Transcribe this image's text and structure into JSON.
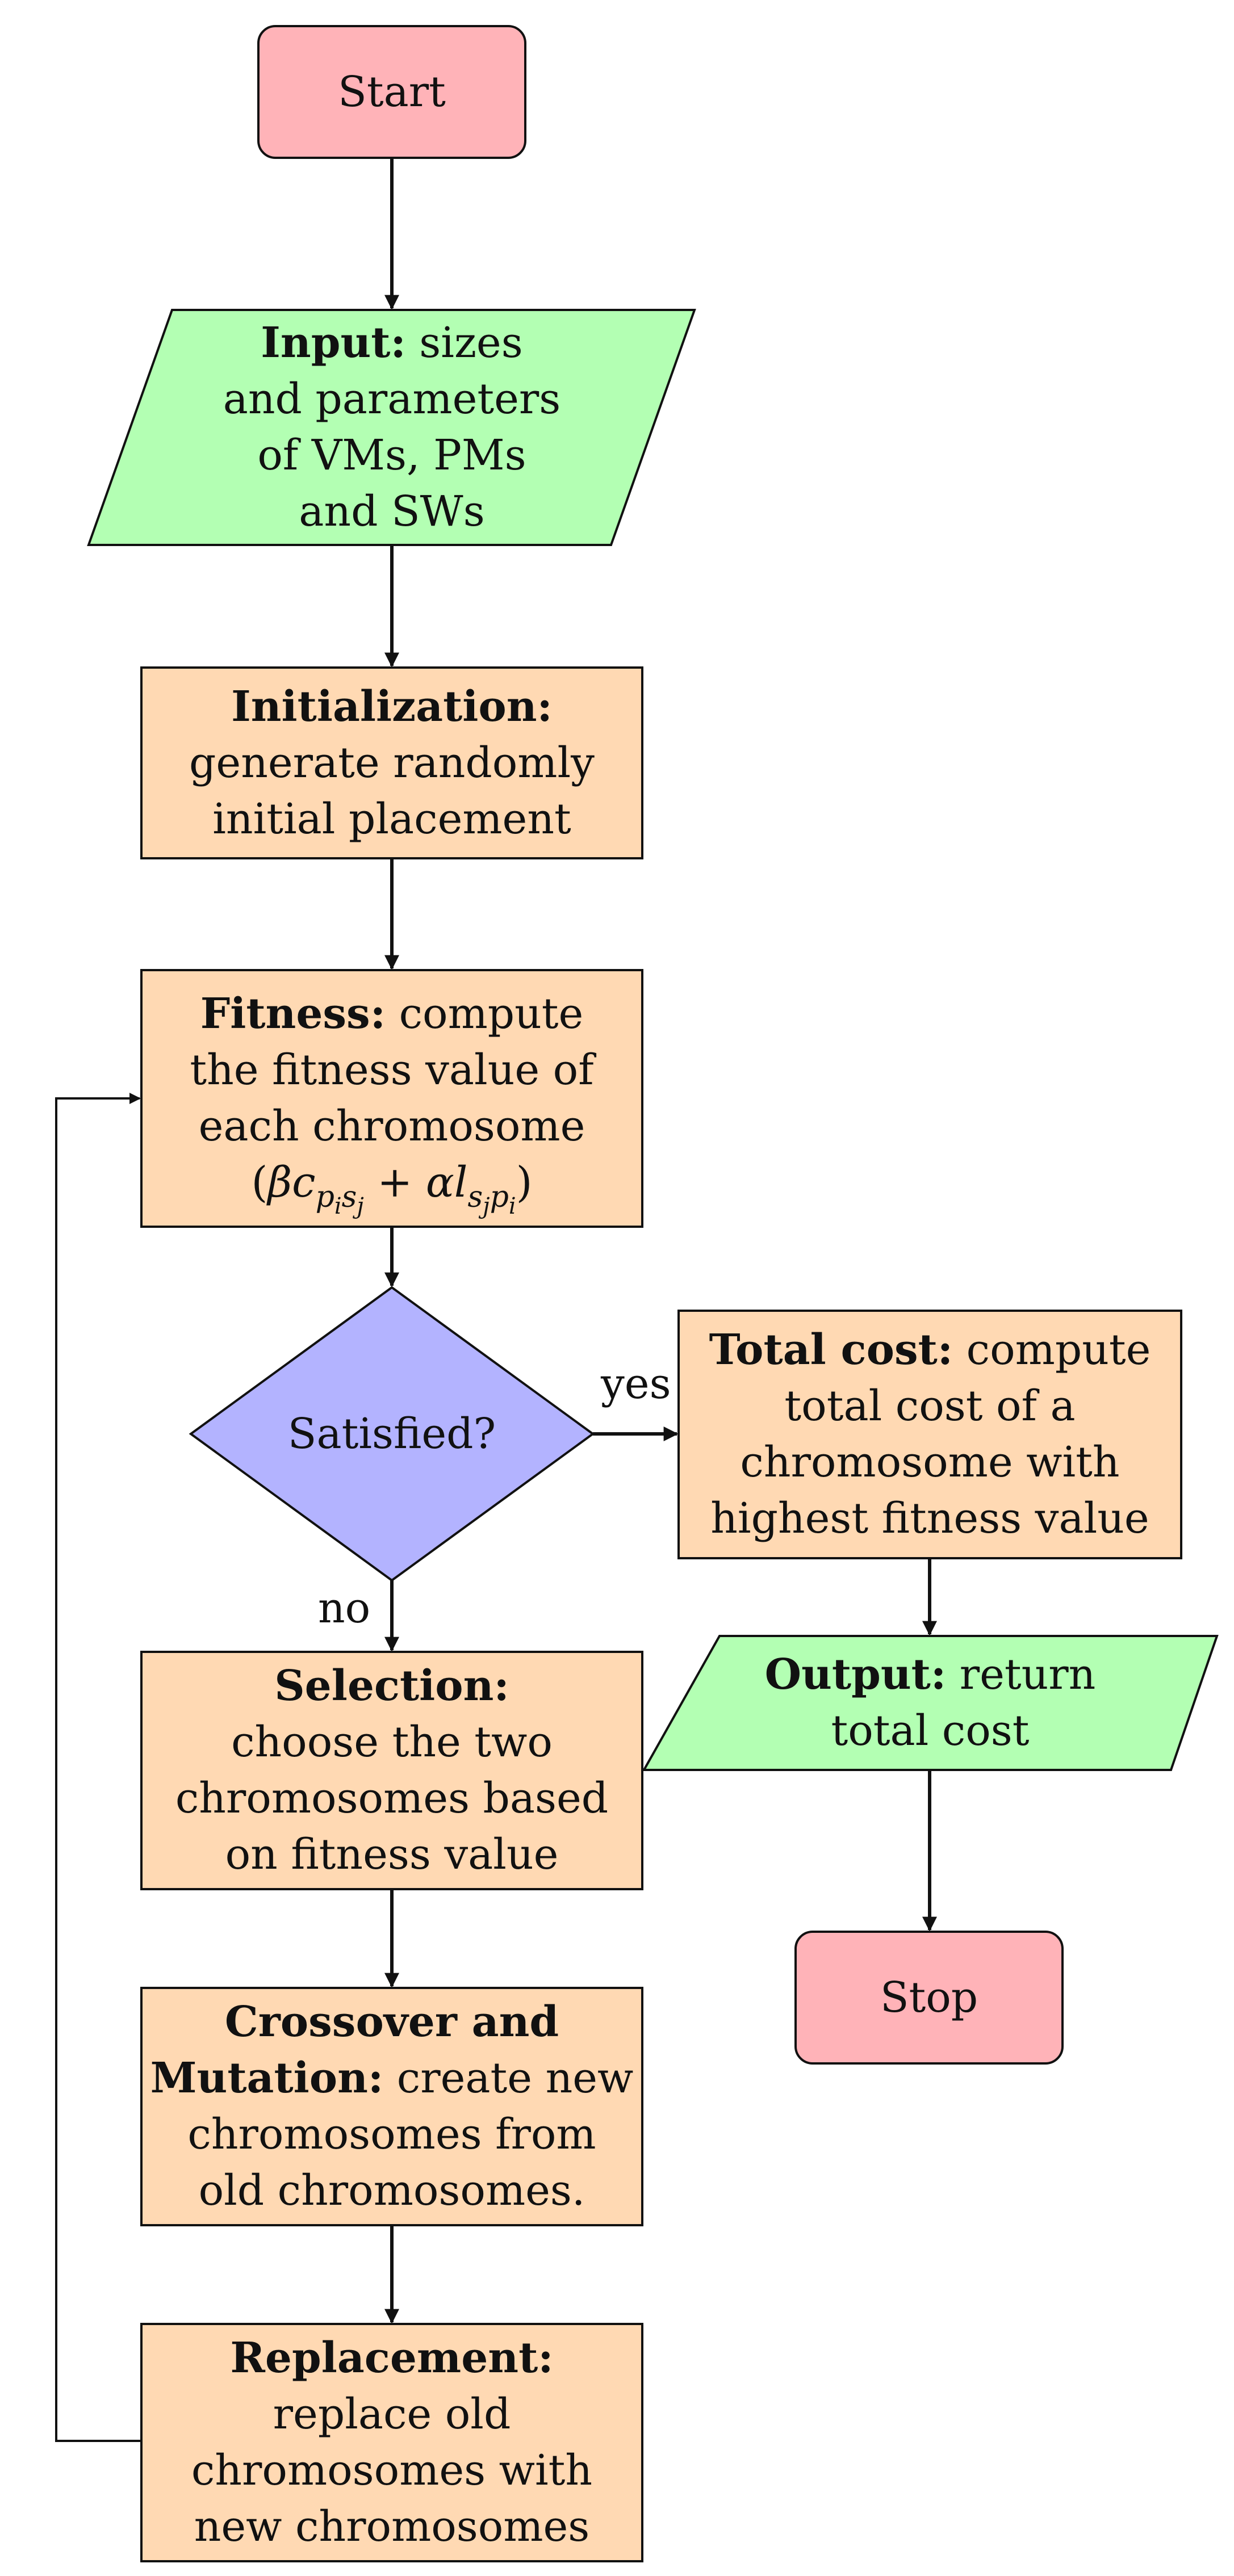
{
  "nodes": {
    "start": {
      "label": "Start",
      "color": "#ffb3b8"
    },
    "input": {
      "bold": "Input:",
      "lines": [
        "sizes",
        "and parameters",
        "of VMs, PMs",
        "and SWs"
      ],
      "color": "#b3ffb3"
    },
    "init": {
      "bold": "Initialization:",
      "lines": [
        "generate randomly",
        "initial placement"
      ],
      "color": "#ffd9b3"
    },
    "fitness": {
      "bold": "Fitness:",
      "lines": [
        "compute",
        "the fitness value of",
        "each chromosome"
      ],
      "formula": "(βc_{p_i s_j} + αl_{s_j p_i})",
      "color": "#ffd9b3"
    },
    "decision": {
      "label": "Satisfied?",
      "color": "#b3b3ff"
    },
    "total_cost": {
      "bold": "Total cost:",
      "lines": [
        "compute",
        "total cost of a",
        "chromosome with",
        "highest fitness value"
      ],
      "color": "#ffd9b3"
    },
    "output": {
      "bold": "Output:",
      "lines": [
        "return",
        "total cost"
      ],
      "color": "#b3ffb3"
    },
    "stop": {
      "label": "Stop",
      "color": "#ffb3b8"
    },
    "selection": {
      "bold": "Selection:",
      "lines": [
        "choose the two",
        "chromosomes based",
        "on fitness value"
      ],
      "color": "#ffd9b3"
    },
    "crossover": {
      "bold": "Crossover and",
      "bold2": "Mutation:",
      "lines": [
        "create new",
        "chromosomes from",
        "old chromosomes."
      ],
      "color": "#ffd9b3"
    },
    "replacement": {
      "bold": "Replacement:",
      "lines": [
        "replace old",
        "chromosomes with",
        "new chromosomes"
      ],
      "color": "#ffd9b3"
    }
  },
  "edge_labels": {
    "yes": "yes",
    "no": "no"
  }
}
